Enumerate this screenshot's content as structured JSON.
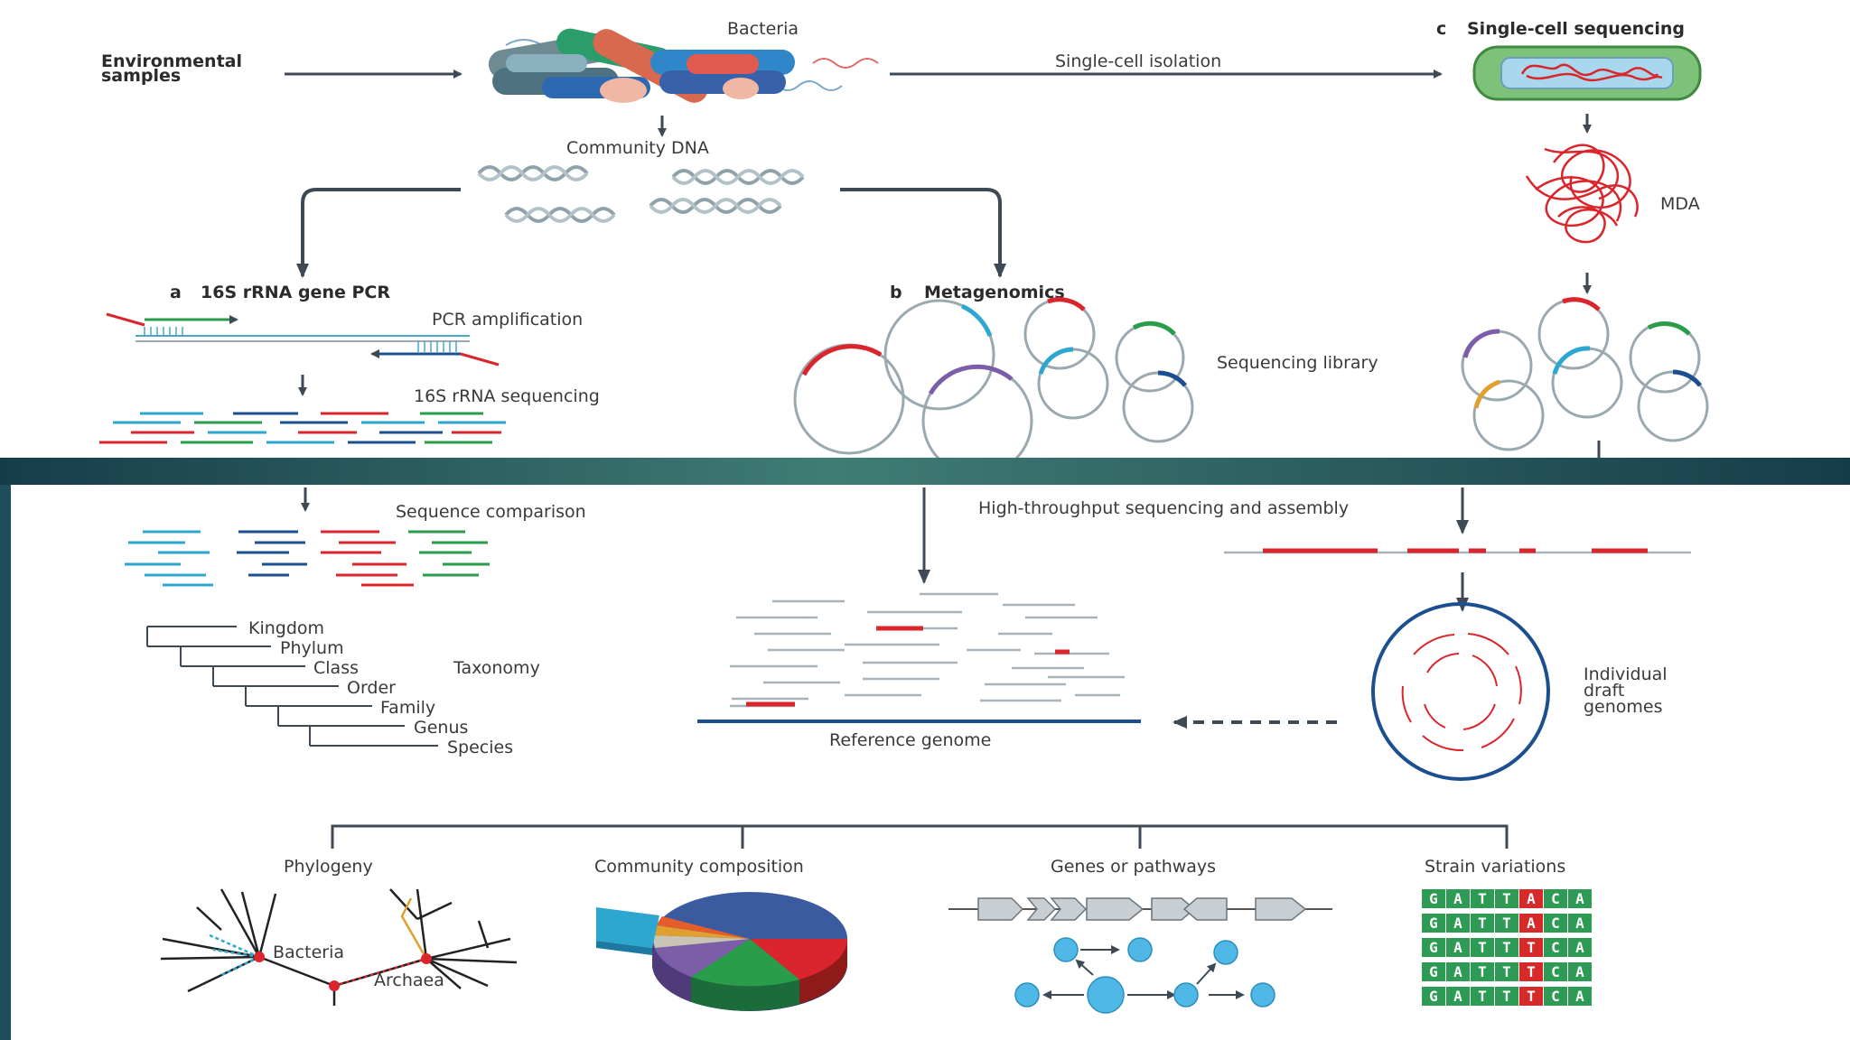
{
  "labels": {
    "environmental_samples_line1": "Environmental",
    "environmental_samples_line2": "samples",
    "bacteria": "Bacteria",
    "single_cell_isolation": "Single-cell isolation",
    "single_cell_seq_letter": "c",
    "single_cell_seq_title": "Single-cell sequencing",
    "community_dna": "Community DNA",
    "mda": "MDA",
    "pcr_letter": "a",
    "pcr_title": "16S rRNA gene PCR",
    "pcr_amplification": "PCR amplification",
    "rrna_sequencing": "16S rRNA sequencing",
    "meta_letter": "b",
    "meta_title": "Metagenomics",
    "sequencing_library": "Sequencing library",
    "sequence_comparison": "Sequence comparison",
    "hts_assembly": "High-throughput sequencing and assembly",
    "reference_genome": "Reference genome",
    "draft_line1": "Individual",
    "draft_line2": "draft",
    "draft_line3": "genomes",
    "taxonomy": "Taxonomy",
    "phylogeny": "Phylogeny",
    "community_composition": "Community composition",
    "genes_pathways": "Genes or pathways",
    "strain_variations": "Strain variations",
    "tree_bacteria": "Bacteria",
    "tree_archaea": "Archaea"
  },
  "taxonomy_ranks": [
    "Kingdom",
    "Phylum",
    "Class",
    "Order",
    "Family",
    "Genus",
    "Species"
  ],
  "strain_rows": [
    [
      "G",
      "A",
      "T",
      "T",
      "A",
      "C",
      "A"
    ],
    [
      "G",
      "A",
      "T",
      "T",
      "A",
      "C",
      "A"
    ],
    [
      "G",
      "A",
      "T",
      "T",
      "T",
      "C",
      "A"
    ],
    [
      "G",
      "A",
      "T",
      "T",
      "T",
      "C",
      "A"
    ],
    [
      "G",
      "A",
      "T",
      "T",
      "T",
      "C",
      "A"
    ]
  ],
  "strain_variant_index": 4,
  "colors": {
    "arrow": "#3d4a55",
    "band": "#1f4e5a",
    "red": "#d9252b",
    "blue": "#1b4f8f",
    "cyan": "#2ea7d0",
    "green": "#2a9d4b",
    "purple": "#7b5ea7",
    "orange": "#e0a030",
    "strain_green": "#2e9b55",
    "strain_red": "#d62a2a"
  }
}
